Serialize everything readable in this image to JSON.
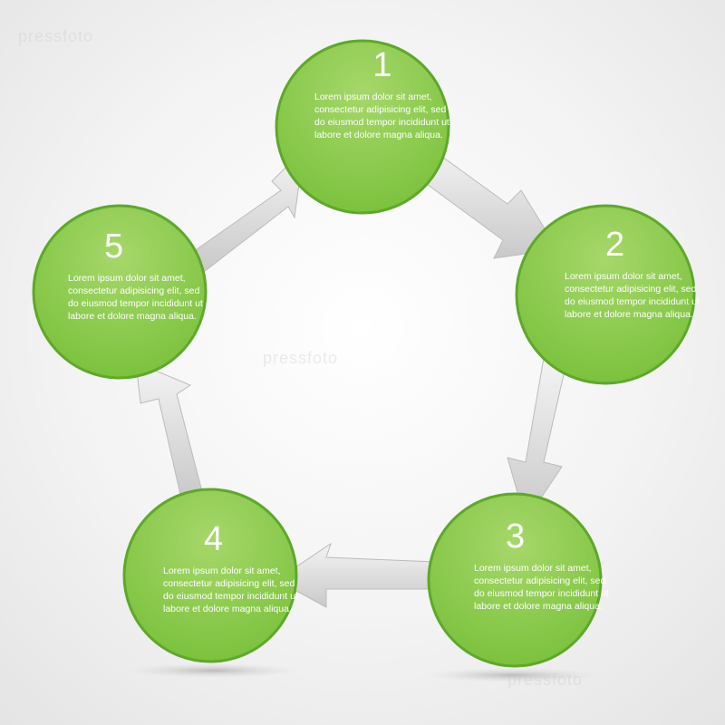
{
  "watermark": "pressfoto",
  "colors": {
    "green": "#7dc242",
    "green_dark": "#4f9a1e",
    "arrow": "#d9d9d9"
  },
  "steps": [
    {
      "number": "1",
      "text": "Lorem ipsum dolor sit amet, consectetur adipisicing elit, sed do eiusmod tempor incididunt ut labore et dolore magna aliqua."
    },
    {
      "number": "2",
      "text": "Lorem ipsum dolor sit amet, consectetur adipisicing elit, sed do eiusmod tempor incididunt ut labore et dolore magna aliqua."
    },
    {
      "number": "3",
      "text": "Lorem ipsum dolor sit amet, consectetur adipisicing elit, sed do eiusmod tempor incididunt ut labore et dolore magna aliqua."
    },
    {
      "number": "4",
      "text": "Lorem ipsum dolor sit amet, consectetur adipisicing elit, sed do eiusmod tempor incididunt ut labore et dolore magna aliqua."
    },
    {
      "number": "5",
      "text": "Lorem ipsum dolor sit amet, consectetur adipisicing elit, sed do eiusmod tempor incididunt ut labore et dolore magna aliqua."
    }
  ]
}
